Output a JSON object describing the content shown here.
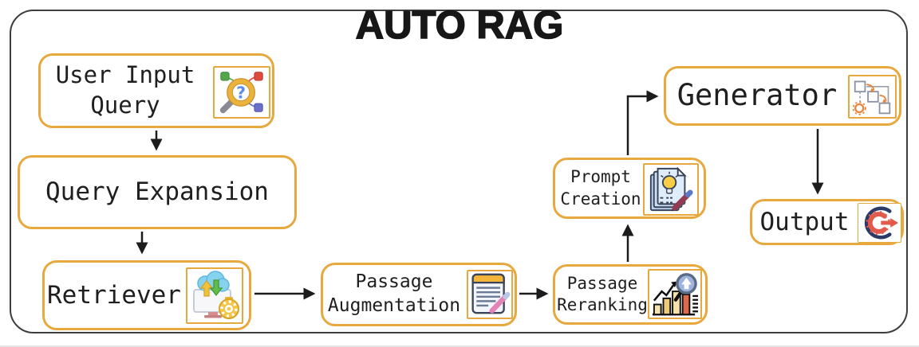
{
  "title": "AUTO RAG",
  "colors": {
    "node_border": "#e7a83e",
    "frame_border": "#3d3d3d",
    "arrow": "#1c1c1c",
    "background": "#ffffff",
    "text": "#1f1f1f"
  },
  "nodes": {
    "user_input_query": {
      "line1": "User Input",
      "line2": "Query",
      "icon": "magnifier-question-icon"
    },
    "query_expansion": {
      "line1": "Query Expansion"
    },
    "retriever": {
      "line1": "Retriever",
      "icon": "cloud-download-monitor-gear-icon"
    },
    "passage_augmentation": {
      "line1": "Passage",
      "line2": "Augmentation",
      "icon": "notepad-pencil-icon"
    },
    "passage_reranking": {
      "line1": "Passage",
      "line2": "Reranking",
      "icon": "bar-chart-magnifier-icon"
    },
    "prompt_creation": {
      "line1": "Prompt",
      "line2": "Creation",
      "icon": "documents-lightbulb-pencil-icon"
    },
    "generator": {
      "line1": "Generator",
      "icon": "workflow-squares-gear-icon"
    },
    "output": {
      "line1": "Output",
      "icon": "export-circle-arrow-icon"
    }
  },
  "edges": [
    {
      "from": "user_input_query",
      "to": "query_expansion",
      "direction": "down"
    },
    {
      "from": "query_expansion",
      "to": "retriever",
      "direction": "down"
    },
    {
      "from": "retriever",
      "to": "passage_augmentation",
      "direction": "right"
    },
    {
      "from": "passage_augmentation",
      "to": "passage_reranking",
      "direction": "right"
    },
    {
      "from": "passage_reranking",
      "to": "prompt_creation",
      "direction": "up"
    },
    {
      "from": "prompt_creation",
      "to": "generator",
      "direction": "up-then-right"
    },
    {
      "from": "generator",
      "to": "output",
      "direction": "down"
    }
  ]
}
